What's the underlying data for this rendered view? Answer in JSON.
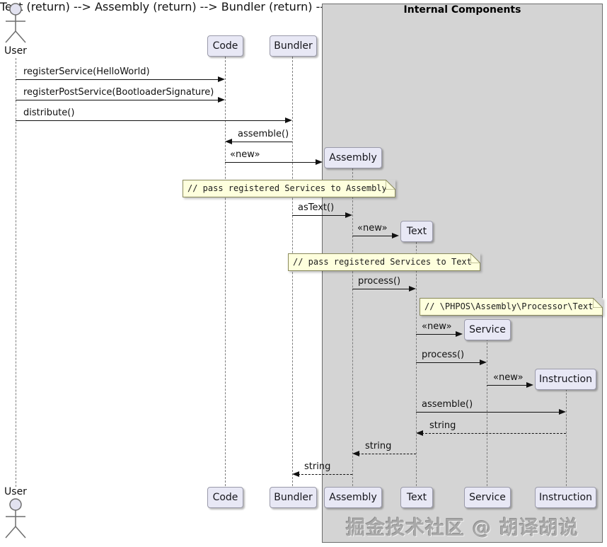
{
  "frame": {
    "title": "Internal Components"
  },
  "actor": {
    "label": "User"
  },
  "participants": {
    "code": "Code",
    "bundler": "Bundler",
    "assembly": "Assembly",
    "text": "Text",
    "service": "Service",
    "instruction": "Instruction"
  },
  "messages": {
    "register_service": "registerService(HelloWorld)",
    "register_post_service": "registerPostService(BootloaderSignature)",
    "distribute": "distribute()",
    "assemble": "assemble()",
    "new": "«new»",
    "as_text": "asText()",
    "process": "process()",
    "string": "string"
  },
  "notes": {
    "to_assembly": "// pass registered Services to Assembly",
    "to_text": "// pass registered Services to Text",
    "processor_text": "// \\PHPOS\\Assembly\\Processor\\Text"
  },
  "watermark": "掘金技术社区 @ 胡译胡说",
  "colors": {
    "participant_bg": "#e8e8f5",
    "participant_border": "#9a9aaa",
    "note_bg": "#feffdd",
    "note_border": "#8a8a5c",
    "frame_bg": "#d4d4d4",
    "arrow": "#111111"
  }
}
